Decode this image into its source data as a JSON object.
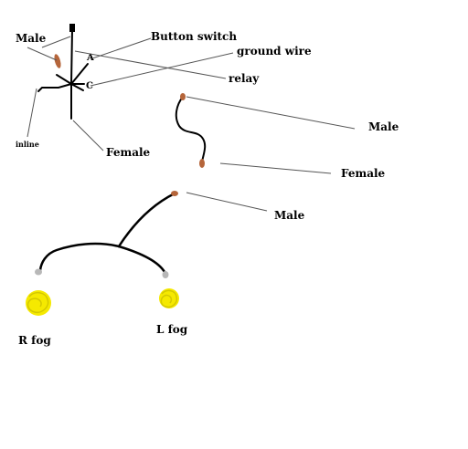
{
  "labels": {
    "male_top": "Male",
    "button_switch": "Button switch",
    "ground_wire": "ground wire",
    "relay": "relay",
    "inline": "inline",
    "female_left": "Female",
    "male_mid": "Male",
    "female_mid": "Female",
    "male_lower": "Male",
    "r_fog": "R fog",
    "l_fog": "L fog"
  },
  "pin_letters": {
    "a": "A",
    "c": "C"
  },
  "colors": {
    "background": "#ffffff",
    "wire": "#000000",
    "male_connector": "#b5653a",
    "female_connector": "#b5653a",
    "bulb_socket": "#b8b8b8",
    "fog_light": "#f5e900",
    "fog_light_scribble": "#d4c800"
  }
}
